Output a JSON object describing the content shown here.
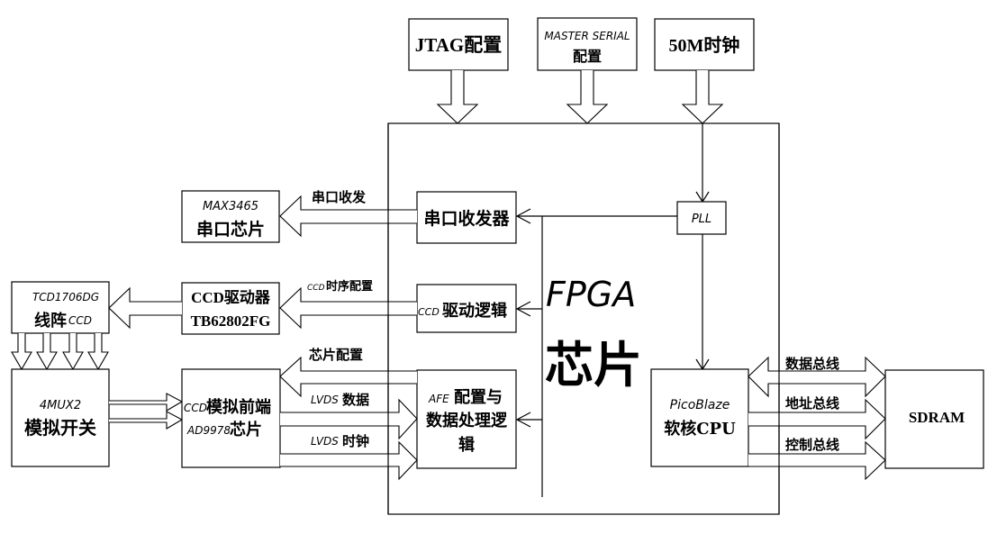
{
  "diagram": {
    "title_line1": "FPGA",
    "title_line2": "芯片",
    "colors": {
      "line": "#000000",
      "background": "#ffffff"
    },
    "top_inputs": {
      "jtag": {
        "label": "JTAG配置"
      },
      "master_serial": {
        "line1": "MASTER SERIAL",
        "line2": "配置"
      },
      "clock": {
        "label": "50M时钟"
      }
    },
    "external": {
      "max3465": {
        "line1": "MAX3465",
        "line2": "串口芯片"
      },
      "ccd_driver": {
        "line1": "CCD驱动器",
        "line2": "TB62802FG"
      },
      "ccd_sensor": {
        "line1": "TCD1706DG",
        "line2_cn": "线阵",
        "line2_latin": "CCD"
      },
      "mux": {
        "line1": "4MUX2",
        "line2": "模拟开关"
      },
      "afe": {
        "line1_latin": "CCD",
        "line1_cn": "模拟前端",
        "line2_latin": "AD9978",
        "line2_cn": "芯片"
      },
      "sdram": {
        "label": "SDRAM"
      }
    },
    "internal": {
      "uart": {
        "label": "串口收发器"
      },
      "ccd_logic": {
        "prefix": "CCD",
        "label": "驱动逻辑"
      },
      "afe_logic": {
        "prefix": "AFE",
        "line1": "配置与",
        "line2": "数据处理逻",
        "line3": "辑"
      },
      "pll": {
        "label": "PLL"
      },
      "cpu": {
        "line1": "PicoBlaze",
        "line2": "软核CPU"
      }
    },
    "signals": {
      "uart": "串口收发",
      "ccd_timing_prefix": "CCD",
      "ccd_timing": "时序配置",
      "chip_config": "芯片配置",
      "lvds_data_prefix": "LVDS",
      "lvds_data": "数据",
      "lvds_clock_prefix": "LVDS",
      "lvds_clock": "时钟",
      "data_bus": "数据总线",
      "address_bus": "地址总线",
      "control_bus": "控制总线"
    }
  }
}
